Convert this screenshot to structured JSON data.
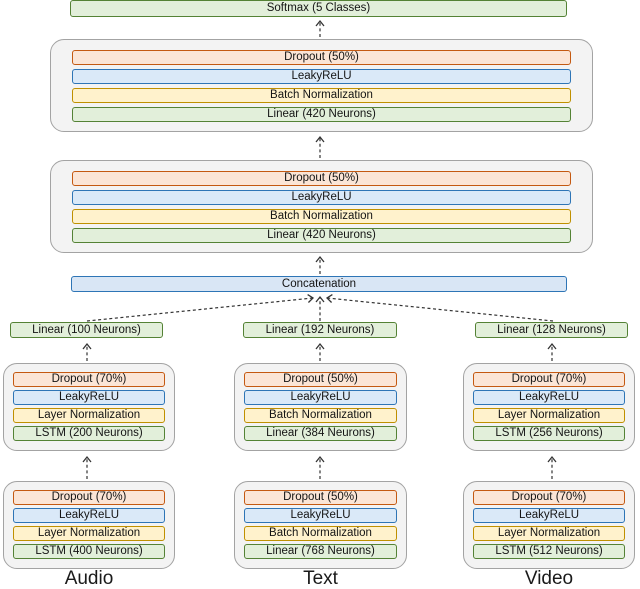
{
  "palette": {
    "dropout_fill": "#fbe5d6",
    "dropout_border": "#c45911",
    "activation_fill": "#dae9f8",
    "activation_border": "#2e75b6",
    "normalization_fill": "#fff2cc",
    "normalization_border": "#bf9000",
    "linear_fill": "#e2efda",
    "linear_border": "#548235",
    "concat_fill": "#d9e6f5",
    "concat_border": "#2e75b6",
    "group_fill": "#f3f3f3",
    "group_border": "#a3a3a3",
    "arrow_color": "#333333"
  },
  "diagram": {
    "output": {
      "label": "Softmax (5 Classes)",
      "type": "linear"
    },
    "fusion_blocks": [
      {
        "layers": [
          {
            "type": "dropout",
            "label": "Dropout (50%)"
          },
          {
            "type": "activation",
            "label": "LeakyReLU"
          },
          {
            "type": "normalization",
            "label": "Batch Normalization"
          },
          {
            "type": "linear",
            "label": "Linear (420 Neurons)"
          }
        ]
      },
      {
        "layers": [
          {
            "type": "dropout",
            "label": "Dropout (50%)"
          },
          {
            "type": "activation",
            "label": "LeakyReLU"
          },
          {
            "type": "normalization",
            "label": "Batch Normalization"
          },
          {
            "type": "linear",
            "label": "Linear (420 Neurons)"
          }
        ]
      }
    ],
    "concatenation": {
      "label": "Concatenation"
    },
    "branches": [
      {
        "name": "Audio",
        "projection": {
          "label": "Linear (100 Neurons)",
          "type": "linear"
        },
        "blocks": [
          {
            "layers": [
              {
                "type": "dropout",
                "label": "Dropout (70%)"
              },
              {
                "type": "activation",
                "label": "LeakyReLU"
              },
              {
                "type": "normalization",
                "label": "Layer Normalization"
              },
              {
                "type": "recurrent",
                "label": "LSTM (200 Neurons)"
              }
            ]
          },
          {
            "layers": [
              {
                "type": "dropout",
                "label": "Dropout (70%)"
              },
              {
                "type": "activation",
                "label": "LeakyReLU"
              },
              {
                "type": "normalization",
                "label": "Layer Normalization"
              },
              {
                "type": "recurrent",
                "label": "LSTM (400 Neurons)"
              }
            ]
          }
        ]
      },
      {
        "name": "Text",
        "projection": {
          "label": "Linear (192 Neurons)",
          "type": "linear"
        },
        "blocks": [
          {
            "layers": [
              {
                "type": "dropout",
                "label": "Dropout (50%)"
              },
              {
                "type": "activation",
                "label": "LeakyReLU"
              },
              {
                "type": "normalization",
                "label": "Batch Normalization"
              },
              {
                "type": "linear",
                "label": "Linear (384 Neurons)"
              }
            ]
          },
          {
            "layers": [
              {
                "type": "dropout",
                "label": "Dropout (50%)"
              },
              {
                "type": "activation",
                "label": "LeakyReLU"
              },
              {
                "type": "normalization",
                "label": "Batch Normalization"
              },
              {
                "type": "linear",
                "label": "Linear (768 Neurons)"
              }
            ]
          }
        ]
      },
      {
        "name": "Video",
        "projection": {
          "label": "Linear (128 Neurons)",
          "type": "linear"
        },
        "blocks": [
          {
            "layers": [
              {
                "type": "dropout",
                "label": "Dropout (70%)"
              },
              {
                "type": "activation",
                "label": "LeakyReLU"
              },
              {
                "type": "normalization",
                "label": "Layer Normalization"
              },
              {
                "type": "recurrent",
                "label": "LSTM (256 Neurons)"
              }
            ]
          },
          {
            "layers": [
              {
                "type": "dropout",
                "label": "Dropout (70%)"
              },
              {
                "type": "activation",
                "label": "LeakyReLU"
              },
              {
                "type": "normalization",
                "label": "Layer Normalization"
              },
              {
                "type": "recurrent",
                "label": "LSTM (512 Neurons)"
              }
            ]
          }
        ]
      }
    ]
  }
}
